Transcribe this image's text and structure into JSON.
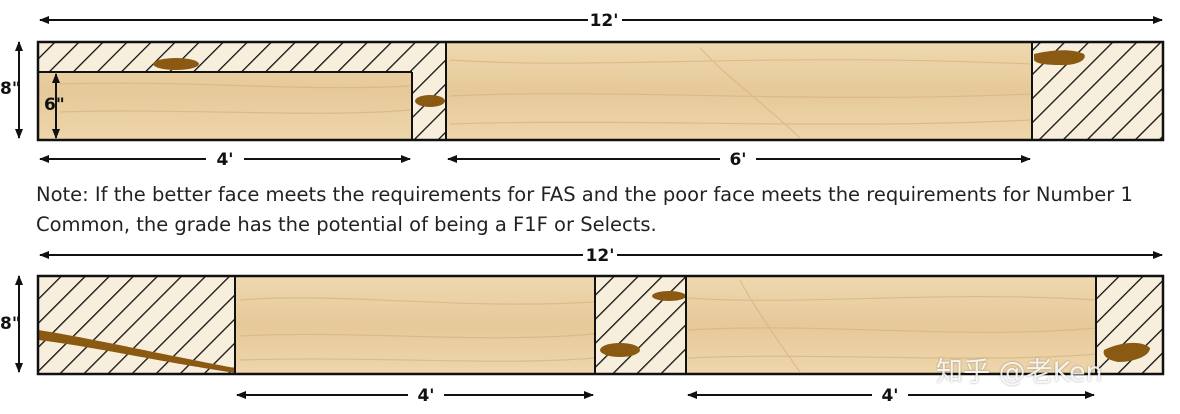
{
  "top_board": {
    "length_label": "12'",
    "width_label": "8\"",
    "cut_width_label": "6\"",
    "cut_labels": [
      "4'",
      "6'"
    ]
  },
  "note": "Note: If the better face meets the requirements for FAS and the poor face meets the requirements for Number 1 Common, the grade has the potential of being a F1F or Selects.",
  "bottom_board": {
    "length_label": "12'",
    "width_label": "8\"",
    "cut_labels": [
      "4'",
      "4'"
    ]
  },
  "watermark": "知乎 @老Ken",
  "colors": {
    "wood": "#ecd3a7",
    "wood_grain": "#cfae7a",
    "defect": "#8a5a12",
    "outline": "#111111",
    "text": "#222222"
  }
}
